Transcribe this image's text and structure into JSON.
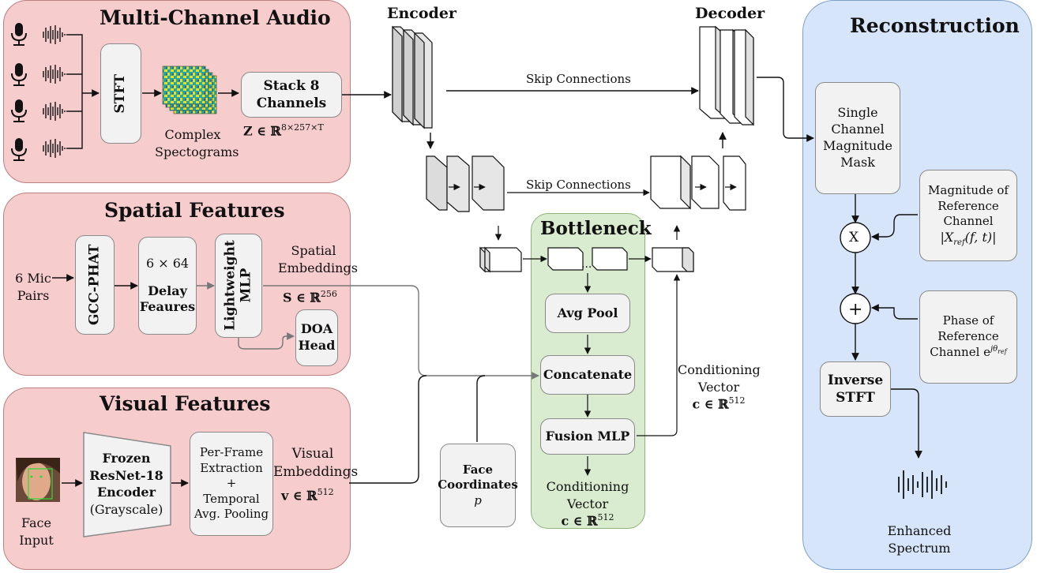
{
  "audio": {
    "title": "Multi-Channel Audio",
    "stft": "STFT",
    "spectrogram_label": [
      "Complex",
      "Spectograms"
    ],
    "stack_label": [
      "Stack 8",
      "Channels"
    ],
    "z_formula": "Z ∈ ℝ",
    "z_sup": "8×257×T"
  },
  "spatial": {
    "title": "Spatial Features",
    "mic_pairs": [
      "6 Mic",
      "Pairs"
    ],
    "gcc": "GCC-PHAT",
    "delay_dims": "6 × 64",
    "delay_label": [
      "Delay",
      "Feaures"
    ],
    "mlp": [
      "Lightweight",
      "MLP"
    ],
    "embed_label": [
      "Spatial",
      "Embeddings"
    ],
    "s_formula": "S ∈ ℝ",
    "s_sup": "256",
    "doa": [
      "DOA",
      "Head"
    ]
  },
  "visual": {
    "title": "Visual Features",
    "face_input": [
      "Face",
      "Input"
    ],
    "resnet": [
      "Frozen",
      "ResNet-18",
      "Encoder"
    ],
    "resnet_sub": "(Grayscale)",
    "perframe": [
      "Per-Frame",
      "Extraction",
      "+",
      "Temporal",
      "Avg. Pooling"
    ],
    "embed_label": [
      "Visual",
      "Embeddings"
    ],
    "v_formula": "v ∈ ℝ",
    "v_sup": "512"
  },
  "unet": {
    "encoder": "Encoder",
    "decoder": "Decoder",
    "skip1": "Skip Connections",
    "skip2": "Skip Connections",
    "dots": "..."
  },
  "bottleneck": {
    "title": "Bottleneck",
    "avgpool": "Avg Pool",
    "concat": "Concatenate",
    "fusion": "Fusion MLP",
    "cond_label": [
      "Conditioning",
      "Vector"
    ],
    "c_formula": "c ∈ ℝ",
    "c_sup": "512"
  },
  "face_coords": {
    "label": [
      "Face",
      "Coordinates"
    ],
    "var": "p"
  },
  "cond_right": {
    "label": [
      "Conditioning",
      "Vector"
    ],
    "c_formula": "c ∈ ℝ",
    "c_sup": "512"
  },
  "recon": {
    "title": "Reconstruction",
    "mask": [
      "Single",
      "Channel",
      "Magnitude",
      "Mask"
    ],
    "multiply": "X",
    "add": "+",
    "mag_ref": [
      "Magnitude of",
      "Reference",
      "Channel",
      "|X"
    ],
    "mag_ref_sub": "ref",
    "mag_ref_tail": "(f, t)|",
    "phase": [
      "Phase of",
      "Reference",
      "Channel e"
    ],
    "phase_sup": "jθ",
    "phase_sup_sub": "ref",
    "istft": [
      "Inverse",
      "STFT"
    ],
    "output": [
      "Enhanced",
      "Spectrum"
    ]
  },
  "colors": {
    "audio_panel": "#f6cccd",
    "bottleneck_panel": "#d9eccf",
    "recon_panel": "#d6e5fa",
    "box_fill": "#f2f2f2"
  },
  "icons": [
    "microphone-icon",
    "waveform-icon",
    "spectrogram-icon",
    "face-image-icon",
    "waveform-output-icon"
  ]
}
